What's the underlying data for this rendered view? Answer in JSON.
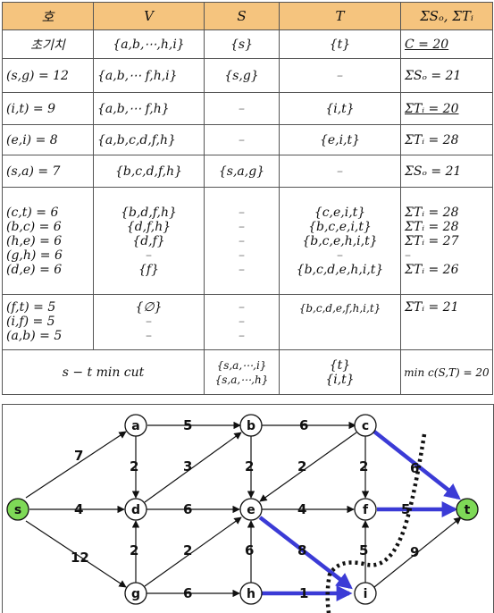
{
  "table": {
    "headers": [
      "호",
      "V",
      "S",
      "T",
      "ΣSₒ, ΣTᵢ"
    ],
    "rows": [
      {
        "step": [
          "초기치"
        ],
        "V": [
          "{a,b,⋯,h,i}"
        ],
        "S": [
          "{s}"
        ],
        "T": [
          "{t}"
        ],
        "sum": [
          "C = 20"
        ]
      },
      {
        "step": [
          "(s,g) = 12"
        ],
        "V": [
          "{a,b,⋯ f,h,i}"
        ],
        "S": [
          "{s,g}"
        ],
        "T": [
          "–"
        ],
        "sum": [
          "ΣSₒ = 21"
        ]
      },
      {
        "step": [
          "(i,t) = 9"
        ],
        "V": [
          "{a,b,⋯ f,h}"
        ],
        "S": [
          "–"
        ],
        "T": [
          "{i,t}"
        ],
        "sum": [
          "ΣTᵢ = 20"
        ]
      },
      {
        "step": [
          "(e,i) = 8"
        ],
        "V": [
          "{a,b,c,d,f,h}"
        ],
        "S": [
          "–"
        ],
        "T": [
          "{e,i,t}"
        ],
        "sum": [
          "ΣTᵢ = 28"
        ]
      },
      {
        "step": [
          "(s,a) = 7"
        ],
        "V": [
          "{b,c,d,f,h}"
        ],
        "S": [
          "{s,a,g}"
        ],
        "T": [
          "–"
        ],
        "sum": [
          "ΣSₒ = 21"
        ]
      },
      {
        "step": [
          "(c,t) = 6",
          "(b,c) = 6",
          "(h,e) = 6",
          "(g,h) = 6",
          "(d,e) = 6"
        ],
        "V": [
          "{b,d,f,h}",
          "{d,f,h}",
          "{d,f}",
          "–",
          "{f}"
        ],
        "S": [
          "–",
          "–",
          "–",
          "–",
          "–"
        ],
        "T": [
          "{c,e,i,t}",
          "{b,c,e,i,t}",
          "{b,c,e,h,i,t}",
          "–",
          "{b,c,d,e,h,i,t}"
        ],
        "sum": [
          "ΣTᵢ = 28",
          "ΣTᵢ = 28",
          "ΣTᵢ = 27",
          "–",
          "ΣTᵢ = 26"
        ]
      },
      {
        "step": [
          "(f,t) = 5",
          "(i,f) = 5",
          "(a,b) = 5"
        ],
        "V": [
          "{∅}",
          "–",
          "–"
        ],
        "S": [
          "–",
          "–",
          "–"
        ],
        "T": [
          "{b,c,d,e,f,h,i,t}"
        ],
        "sum": [
          "ΣTᵢ = 21"
        ]
      }
    ],
    "mincut": {
      "label": "s − t  min cut",
      "S": [
        "{s,a,⋯,i}",
        "{s,a,⋯,h}"
      ],
      "T": [
        "{t}",
        "{i,t}"
      ],
      "sum": "min c(S,T) = 20"
    }
  },
  "graph": {
    "nodes": [
      {
        "id": "s",
        "label": "s",
        "color": "#7ed957"
      },
      {
        "id": "a",
        "label": "a",
        "color": "#ffffff"
      },
      {
        "id": "b",
        "label": "b",
        "color": "#ffffff"
      },
      {
        "id": "c",
        "label": "c",
        "color": "#ffffff"
      },
      {
        "id": "d",
        "label": "d",
        "color": "#ffffff"
      },
      {
        "id": "e",
        "label": "e",
        "color": "#ffffff"
      },
      {
        "id": "f",
        "label": "f",
        "color": "#ffffff"
      },
      {
        "id": "g",
        "label": "g",
        "color": "#ffffff"
      },
      {
        "id": "h",
        "label": "h",
        "color": "#ffffff"
      },
      {
        "id": "i",
        "label": "i",
        "color": "#ffffff"
      },
      {
        "id": "t",
        "label": "t",
        "color": "#7ed957"
      }
    ],
    "edge_labels": [
      "7",
      "4",
      "12",
      "5",
      "6",
      "2",
      "3",
      "2",
      "2",
      "2",
      "6",
      "4",
      "5",
      "6",
      "2",
      "2",
      "6",
      "8",
      "5",
      "1",
      "9",
      "6"
    ],
    "highlight_color": "#3b3bd6"
  }
}
